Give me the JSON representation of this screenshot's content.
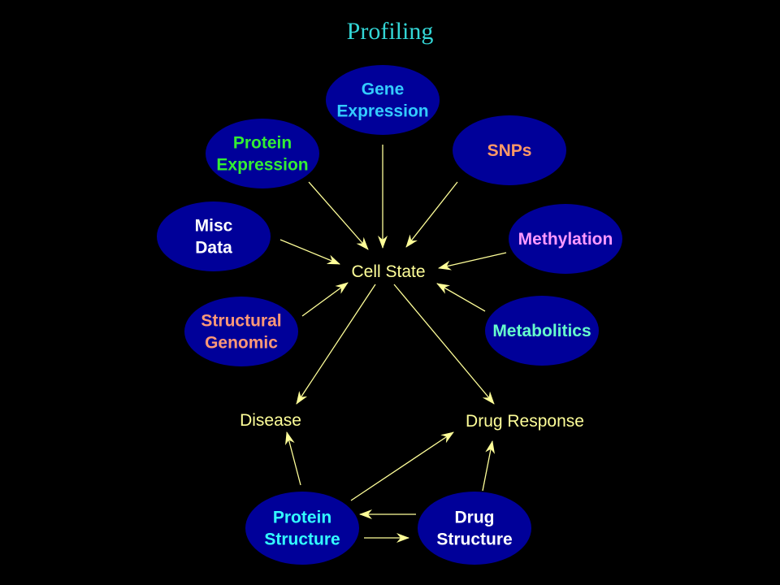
{
  "title": "Profiling",
  "colors": {
    "background": "#000000",
    "node_fill": "#000099",
    "arrow": "#ffff99",
    "title": "#33d6d6"
  },
  "nodes": [
    {
      "id": "gene-expression",
      "lines": [
        "Gene",
        "Expression"
      ],
      "color": "#33ccff"
    },
    {
      "id": "snps",
      "lines": [
        "SNPs"
      ],
      "color": "#ff9966"
    },
    {
      "id": "protein-expression",
      "lines": [
        "Protein",
        "Expression"
      ],
      "color": "#33ee33"
    },
    {
      "id": "methylation",
      "lines": [
        "Methylation"
      ],
      "color": "#ff99ff"
    },
    {
      "id": "misc-data",
      "lines": [
        "Misc",
        "Data"
      ],
      "color": "#ffffff"
    },
    {
      "id": "structural-genomic",
      "lines": [
        "Structural",
        "Genomic"
      ],
      "color": "#ff9977"
    },
    {
      "id": "metabolitics",
      "lines": [
        "Metabolitics"
      ],
      "color": "#66ffcc"
    },
    {
      "id": "protein-structure",
      "lines": [
        "Protein",
        "Structure"
      ],
      "color": "#33ffff"
    },
    {
      "id": "drug-structure",
      "lines": [
        "Drug",
        "Structure"
      ],
      "color": "#ffffff"
    }
  ],
  "labels": [
    {
      "id": "cell-state",
      "text": "Cell State"
    },
    {
      "id": "disease",
      "text": "Disease"
    },
    {
      "id": "drug-response",
      "text": "Drug Response"
    }
  ],
  "edges": [
    {
      "from": "gene-expression",
      "to": "cell-state"
    },
    {
      "from": "snps",
      "to": "cell-state"
    },
    {
      "from": "protein-expression",
      "to": "cell-state"
    },
    {
      "from": "methylation",
      "to": "cell-state"
    },
    {
      "from": "misc-data",
      "to": "cell-state"
    },
    {
      "from": "structural-genomic",
      "to": "cell-state"
    },
    {
      "from": "metabolitics",
      "to": "cell-state"
    },
    {
      "from": "cell-state",
      "to": "disease"
    },
    {
      "from": "cell-state",
      "to": "drug-response"
    },
    {
      "from": "protein-structure",
      "to": "disease"
    },
    {
      "from": "protein-structure",
      "to": "drug-response"
    },
    {
      "from": "drug-structure",
      "to": "drug-response"
    },
    {
      "from": "drug-structure",
      "to": "protein-structure"
    },
    {
      "from": "protein-structure",
      "to": "drug-structure"
    }
  ]
}
